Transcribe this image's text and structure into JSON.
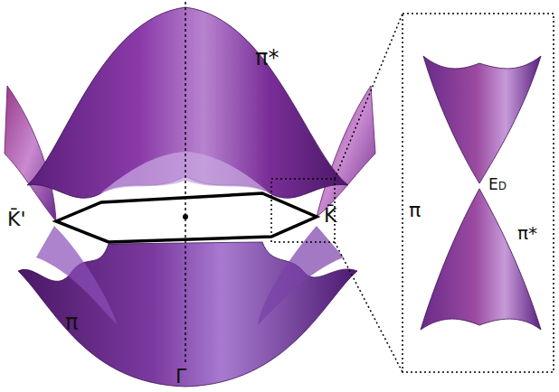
{
  "diagram": {
    "labels": [
      "π*",
      "K̄'",
      "K̄",
      "π",
      "Γ̄",
      "π*",
      "ED",
      "π"
    ]
  }
}
